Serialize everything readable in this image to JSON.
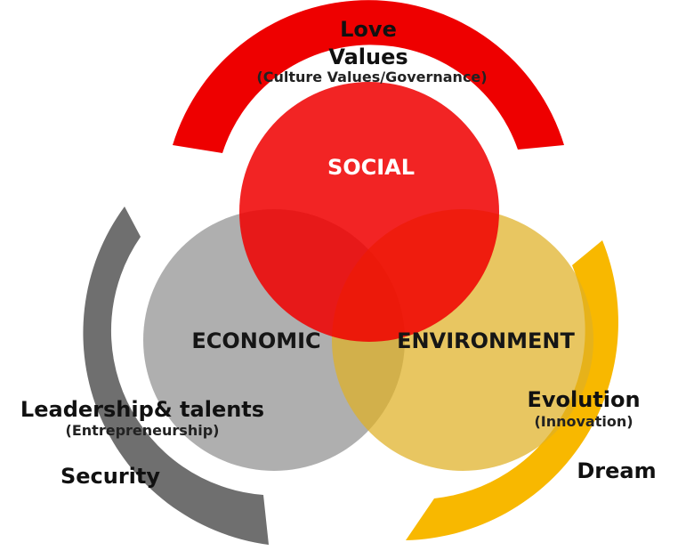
{
  "circles": {
    "social": "SOCIAL",
    "economic": "ECONOMIC",
    "environment": "ENVIRONMENT"
  },
  "red_arc": {
    "line1": "Love",
    "line2": "Values",
    "sub": "(Culture Values/Governance)"
  },
  "gray_arc": {
    "main": "Leadership& talents",
    "sub": "(Entrepreneurship)",
    "bottom": "Security"
  },
  "gold_arc": {
    "main": "Evolution",
    "sub": "(Innovation)",
    "bottom": "Dream"
  },
  "colors": {
    "red": "#ee0000",
    "gray": "#6f6f6f",
    "gold": "#f8b800"
  }
}
